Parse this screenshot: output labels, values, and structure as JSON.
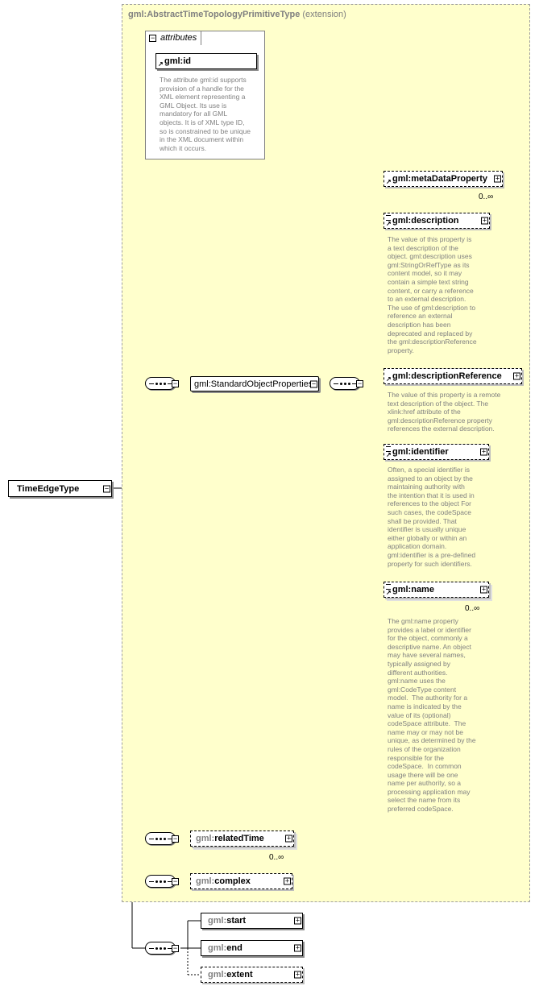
{
  "extension": {
    "type_name": "gml:AbstractTimeTopologyPrimitiveType",
    "label": "(extension)"
  },
  "attributes": {
    "tab_label": "attributes",
    "id_name": "gml:id",
    "id_doc": "The attribute gml:id supports\nprovision of a handle for the\nXML element representing a\nGML Object. Its use is\nmandatory for all GML\nobjects. It is of XML type ID,\nso is constrained to be unique\nin the XML document within\nwhich it occurs."
  },
  "root": {
    "name": "TimeEdgeType"
  },
  "group": {
    "name": "gml:StandardObjectProperties"
  },
  "elements": {
    "metaDataProperty": {
      "name": "gml:metaDataProperty",
      "mult": "0..∞"
    },
    "description": {
      "name": "gml:description",
      "doc": "The value of this property is\na text description of the\nobject. gml:description uses\ngml:StringOrRefType as its\ncontent model, so it may\ncontain a simple text string\ncontent, or carry a reference\nto an external description.\nThe use of gml:description to\nreference an external\ndescription has been\ndeprecated and replaced by\nthe gml:descriptionReference\nproperty."
    },
    "descriptionReference": {
      "name": "gml:descriptionReference",
      "doc": "The value of this property is a remote\ntext description of the object. The\nxlink:href attribute of the\ngml:descriptionReference property\nreferences the external description."
    },
    "identifier": {
      "name": "gml:identifier",
      "doc": "Often, a special identifier is\nassigned to an object by the\nmaintaining authority with\nthe intention that it is used in\nreferences to the object For\nsuch cases, the codeSpace\nshall be provided. That\nidentifier is usually unique\neither globally or within an\napplication domain.\ngml:identifier is a pre-defined\nproperty for such identifiers."
    },
    "name": {
      "name": "gml:name",
      "mult": "0..∞",
      "doc": "The gml:name property\nprovides a label or identifier\nfor the object, commonly a\ndescriptive name. An object\nmay have several names,\ntypically assigned by\ndifferent authorities.\ngml:name uses the\ngml:CodeType content\nmodel.  The authority for a\nname is indicated by the\nvalue of its (optional)\ncodeSpace attribute.  The\nname may or may not be\nunique, as determined by the\nrules of the organization\nresponsible for the\ncodeSpace.  In common\nusage there will be one\nname per authority, so a\nprocessing application may\nselect the name from its\npreferred codeSpace."
    },
    "relatedTime": {
      "prefix": "gml:",
      "local": "relatedTime",
      "mult": "0..∞"
    },
    "complex": {
      "prefix": "gml:",
      "local": "complex"
    },
    "start": {
      "prefix": "gml:",
      "local": "start"
    },
    "end": {
      "prefix": "gml:",
      "local": "end"
    },
    "extent": {
      "prefix": "gml:",
      "local": "extent"
    }
  }
}
